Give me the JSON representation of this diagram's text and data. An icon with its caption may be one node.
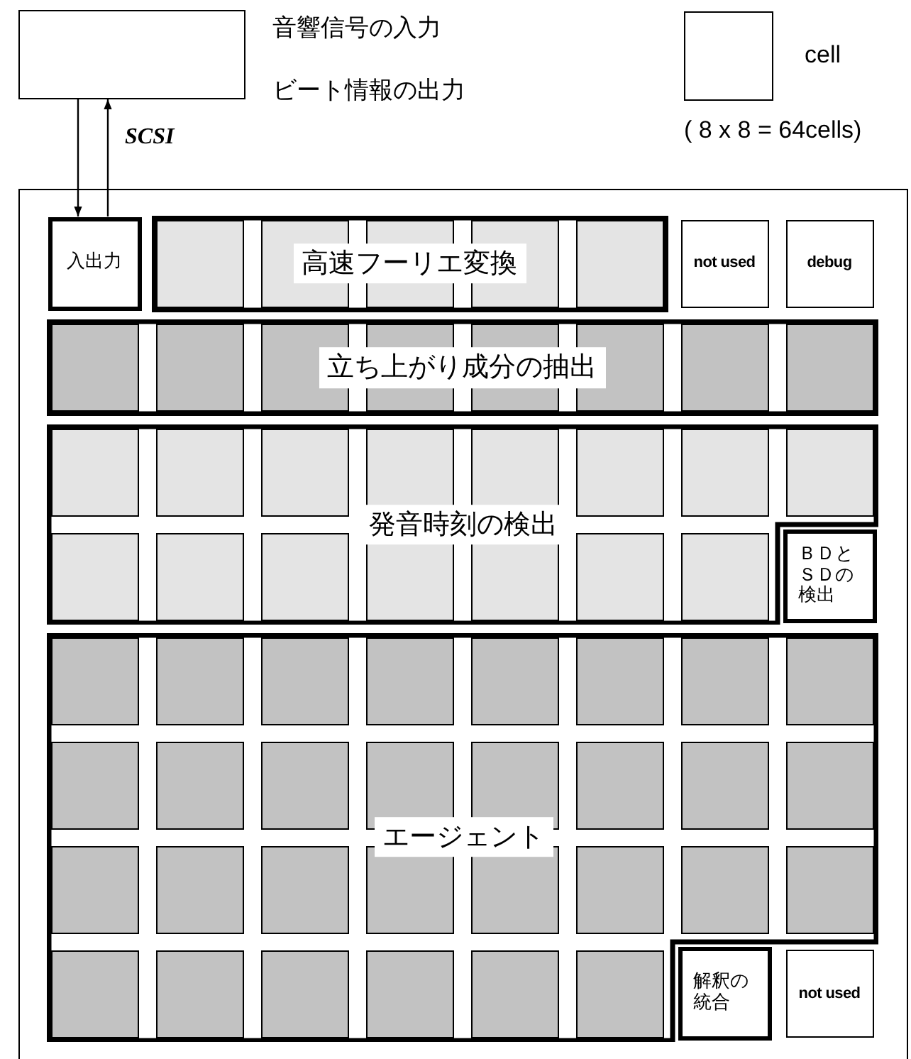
{
  "diagram": {
    "nodes": [
      {
        "text": [],
        "shape": "box"
      },
      {
        "text": [],
        "shape": "box"
      },
      {
        "text": [
          "入出力"
        ],
        "in": 1
      },
      {
        "text": [
          "高速フーリエ変換"
        ],
        "in": 1
      },
      {
        "text": [
          "not used"
        ],
        "in": 1
      },
      {
        "text": [
          "debug"
        ],
        "in": 1
      },
      {
        "text": [
          "立ち上がり成分の抽出"
        ],
        "in": 1
      },
      {
        "text": [
          "発音時刻の検出"
        ],
        "in": 1
      },
      {
        "text": [
          "ＢＤとＳＤの検出"
        ],
        "in": 1
      },
      {
        "text": [
          "エージェント"
        ],
        "in": 1
      },
      {
        "text": [
          "解釈の統合"
        ],
        "in": 1
      },
      {
        "text": [
          "not used"
        ],
        "in": 1
      }
    ],
    "edges": [
      {
        "from": 0,
        "to": 2,
        "arrow": "to"
      },
      {
        "from": 2,
        "to": 0,
        "arrow": "to",
        "label": "SCSI"
      }
    ],
    "labels": [
      "音響信号の入力",
      "ビート情報の出力",
      "( 8 x 8 = 64cells)"
    ],
    "legend": [
      {
        "text": "cell"
      }
    ]
  }
}
